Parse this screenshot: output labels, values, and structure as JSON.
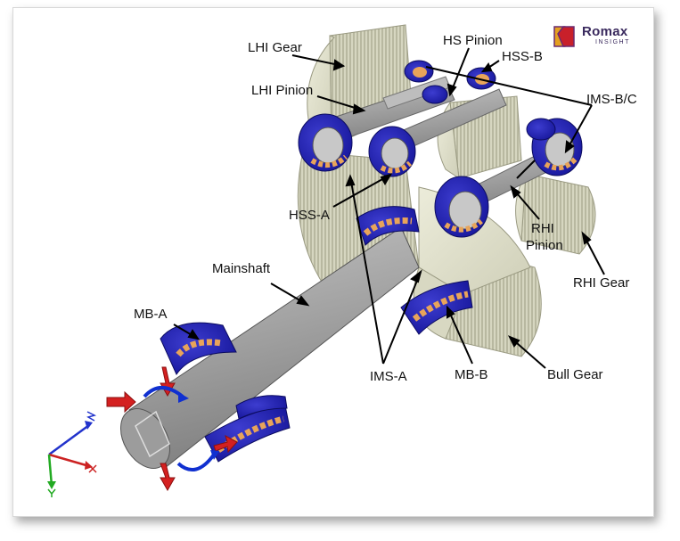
{
  "logo": {
    "name": "Romax",
    "subtitle": "INSIGHT"
  },
  "labels": {
    "lhi_gear": "LHI Gear",
    "hs_pinion": "HS Pinion",
    "hss_b": "HSS-B",
    "lhi_pinion": "LHI Pinion",
    "ims_bc": "IMS-B/C",
    "hss_a": "HSS-A",
    "rhi_pinion_1": "RHI",
    "rhi_pinion_2": "Pinion",
    "mainshaft": "Mainshaft",
    "rhi_gear": "RHI Gear",
    "mb_a": "MB-A",
    "bull_gear": "Bull Gear",
    "ims_a": "IMS-A",
    "mb_b": "MB-B"
  },
  "colors": {
    "gear_face": "#e3e3cf",
    "gear_teeth": "#c9c9b0",
    "shaft": "#a3a3a3",
    "bearing_blue": "#2a2ab0",
    "bearing_roller": "#e8a45a",
    "load_arrow_red": "#d42020",
    "axis_x": "#cc2222",
    "axis_y": "#22aa22",
    "axis_z": "#2233cc"
  }
}
